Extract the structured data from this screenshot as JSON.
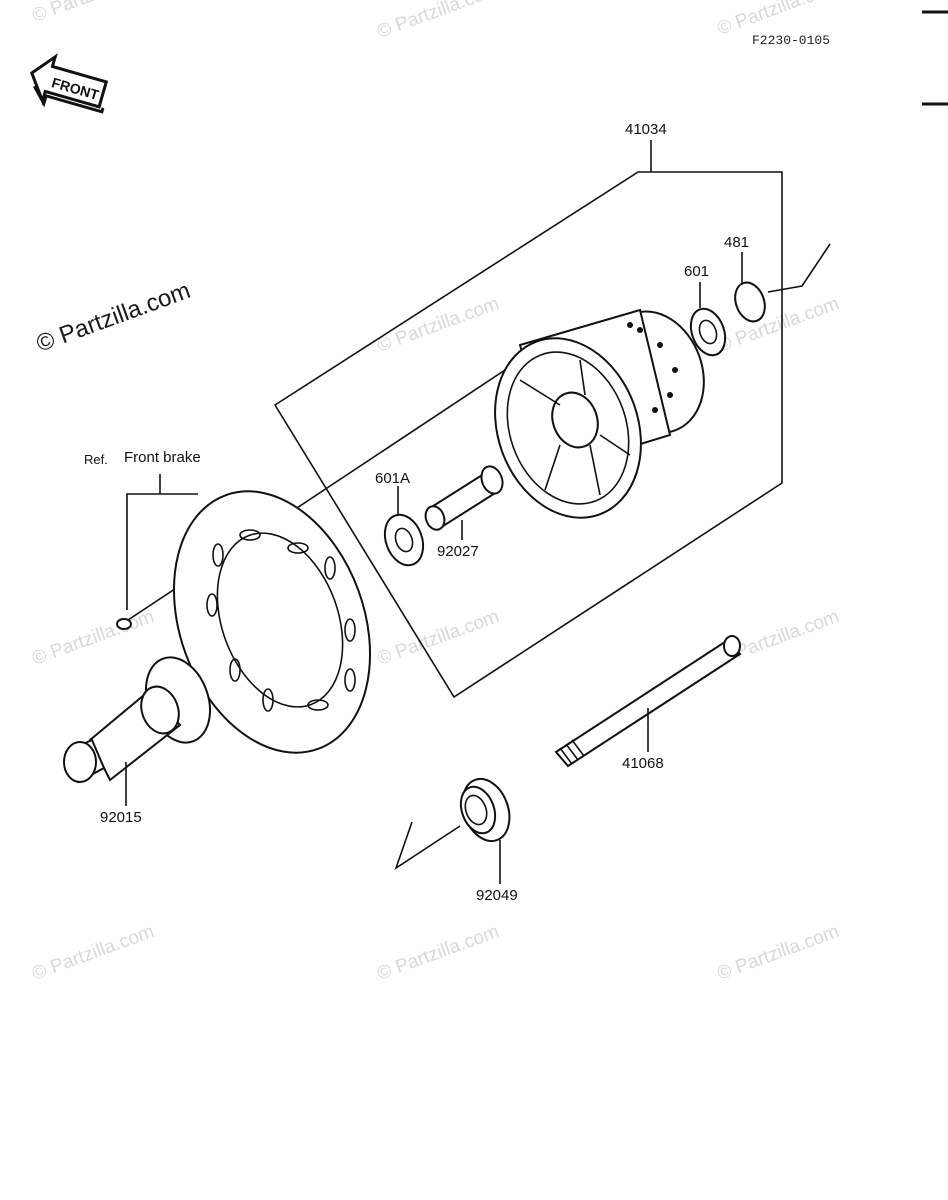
{
  "figure_number": "F2230-0105",
  "front_badge": "FRONT",
  "copyright_main": "© Partzilla.com",
  "watermark_text": "© Partzilla.com",
  "reference": {
    "prefix": "Ref.",
    "label": "Front brake"
  },
  "parts": {
    "hub_assembly": "41034",
    "circlip": "481",
    "bearing_right": "601",
    "bearing_left": "601A",
    "spacer": "92027",
    "axle_nut": "92015",
    "axle": "41068",
    "oil_seal": "92049"
  }
}
